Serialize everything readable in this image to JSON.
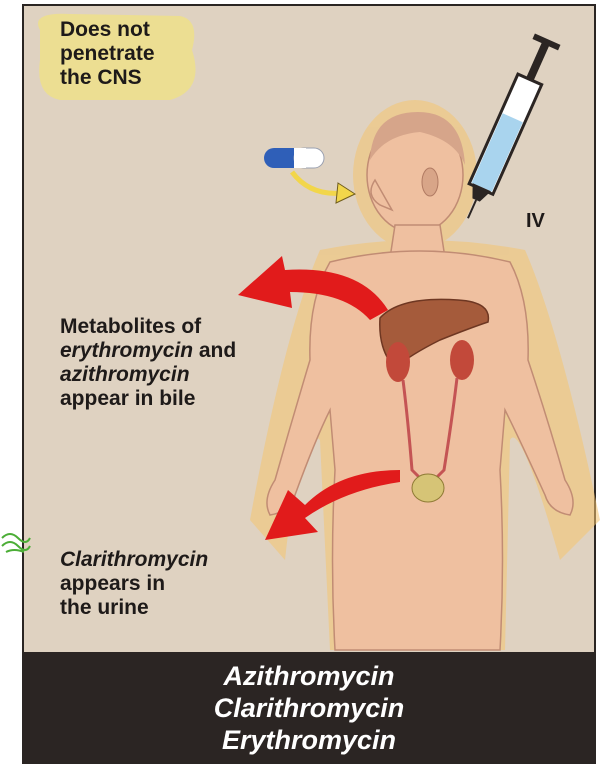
{
  "labels": {
    "cns_line1": "Does not",
    "cns_line2": "penetrate",
    "cns_line3": "the CNS",
    "iv": "IV",
    "bile_line1": "Metabolites of",
    "bile_ery": "erythromycin",
    "bile_and": " and",
    "bile_azi": "azithromycin",
    "bile_line4": "appear in bile",
    "urine_cla": "Clarithromycin",
    "urine_line2": "appears in",
    "urine_line3": "the urine"
  },
  "drugs": [
    "Azithromycin",
    "Clarithromycin",
    "Erythromycin"
  ],
  "colors": {
    "background": "#dfd2c1",
    "body": "#efc0a0",
    "liver": "#a55b3b",
    "kidney": "#c2493a",
    "arrow": "#e11b1b",
    "highlight": "#efe08a",
    "footer": "#2b2523"
  },
  "icons": [
    "capsule-icon",
    "syringe-icon",
    "curved-arrow-icon"
  ]
}
